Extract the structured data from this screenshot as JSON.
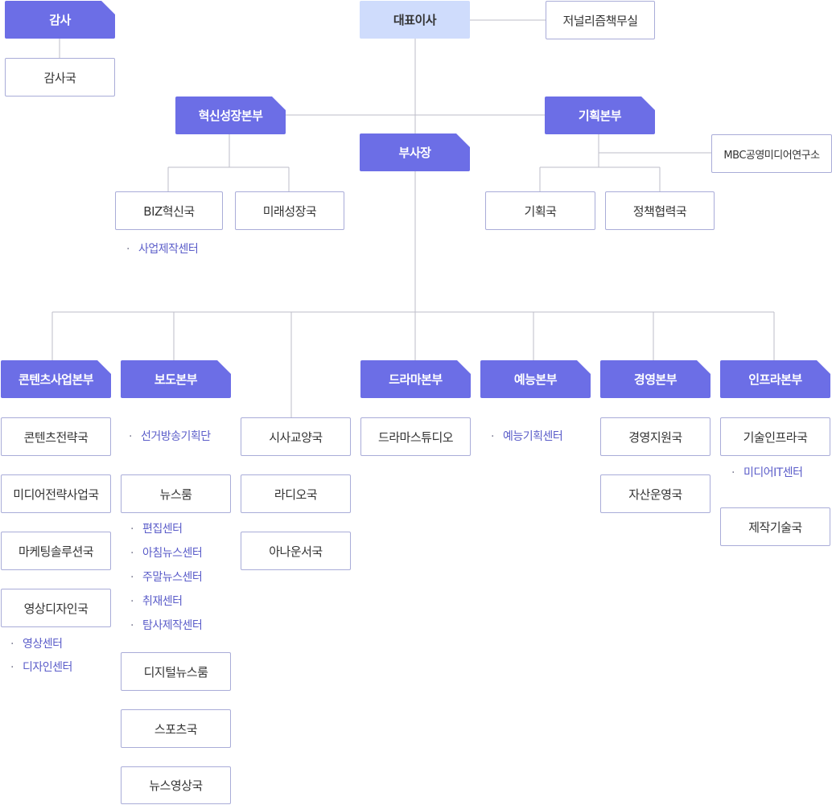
{
  "audit": {
    "head": "감사",
    "unit": "감사국"
  },
  "ceo": {
    "head": "대표이사",
    "journalism": "저널리즘책무실"
  },
  "innovation": {
    "head": "혁신성장본부",
    "biz": "BIZ혁신국",
    "future": "미래성장국",
    "biz_sub": [
      "사업제작센터"
    ]
  },
  "vp": {
    "head": "부사장"
  },
  "planning": {
    "head": "기획본부",
    "institute": "MBC공영미디어연구소",
    "plan": "기획국",
    "policy": "정책협력국"
  },
  "content": {
    "head": "콘텐츠사업본부",
    "units": [
      "콘텐츠전략국",
      "미디어전략사업국",
      "마케팅솔루션국",
      "영상디자인국"
    ],
    "subs": [
      "영상센터",
      "디자인센터"
    ]
  },
  "news": {
    "head": "보도본부",
    "election": "선거방송기획단",
    "newsroom": "뉴스룸",
    "newsroom_subs": [
      "편집센터",
      "아침뉴스센터",
      "주말뉴스센터",
      "취재센터",
      "탐사제작센터"
    ],
    "units": [
      "디지털뉴스룸",
      "스포츠국",
      "뉴스영상국"
    ]
  },
  "current": {
    "units": [
      "시사교양국",
      "라디오국",
      "아나운서국"
    ]
  },
  "drama": {
    "head": "드라마본부",
    "studio": "드라마스튜디오"
  },
  "variety": {
    "head": "예능본부",
    "subs": [
      "예능기획센터"
    ]
  },
  "management": {
    "head": "경영본부",
    "units": [
      "경영지원국",
      "자산운영국"
    ]
  },
  "infra": {
    "head": "인프라본부",
    "tech": "기술인프라국",
    "tech_subs": [
      "미디어IT센터"
    ],
    "production": "제작기술국"
  }
}
